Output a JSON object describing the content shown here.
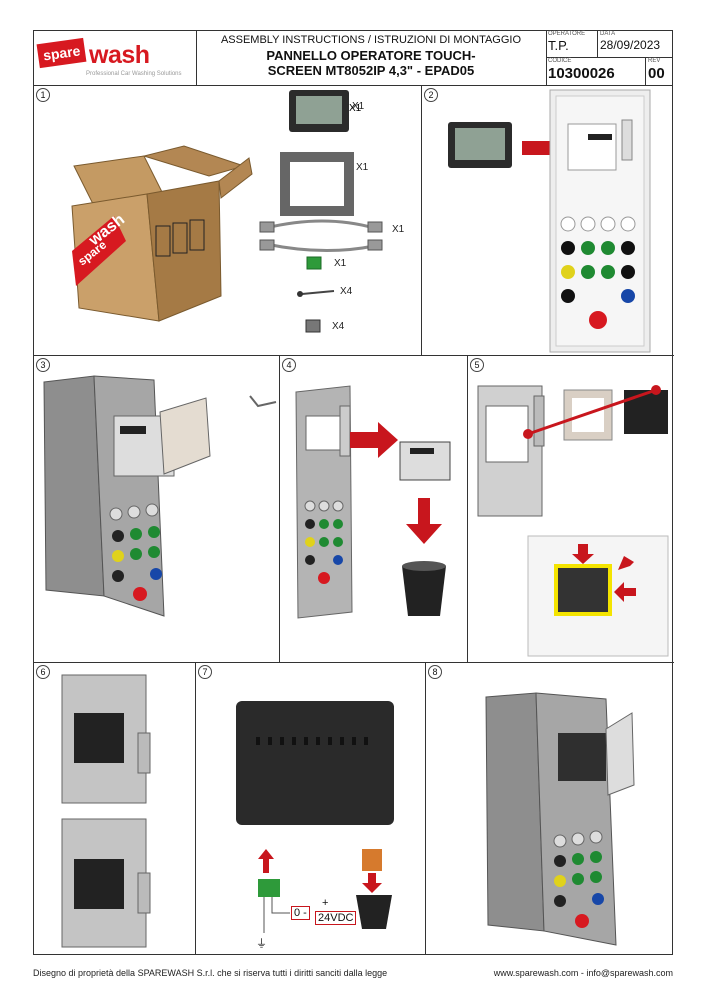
{
  "header": {
    "logo_word_sparse": "sparewash",
    "logo_word_a": "spare",
    "logo_word_b": "wash",
    "tagline": "Professional Car Washing Solutions",
    "assembly_line": "ASSEMBLY INSTRUCTIONS / ISTRUZIONI DI MONTAGGIO",
    "title_line1": "PANNELLO OPERATORE TOUCH-",
    "title_line2": "SCREEN  MT8052IP 4,3\" - EPAD05",
    "operatore_label": "OPERATORE",
    "operatore": "T.P.",
    "data_label": "DATA",
    "data": "28/09/2023",
    "codice_label": "CODICE",
    "codice": "10300026",
    "rev_label": "REV",
    "rev": "00"
  },
  "steps": [
    "1",
    "2",
    "3",
    "4",
    "5",
    "6",
    "7",
    "8"
  ],
  "step1": {
    "q_screen": "X1",
    "q_gasket": "X1",
    "q_cables": "X1",
    "q_connector": "X1",
    "q_screws": "X4",
    "q_clips": "X4"
  },
  "step7": {
    "ground": "⏚",
    "zero": "0 -",
    "plus": "+",
    "voltage": "24VDC"
  },
  "footer": {
    "left": "Disegno di proprietà della SPAREWASH S.r.l. che si riserva tutti i diritti sanciti dalla legge",
    "right": "www.sparewash.com - info@sparewash.com"
  },
  "colors": {
    "brand_red": "#d71920",
    "arrow_red": "#c8161d",
    "highlight_yellow": "#f4e400",
    "button_green": "#1f8a32",
    "button_yellow": "#e0d21b",
    "button_blue": "#1747a8"
  }
}
